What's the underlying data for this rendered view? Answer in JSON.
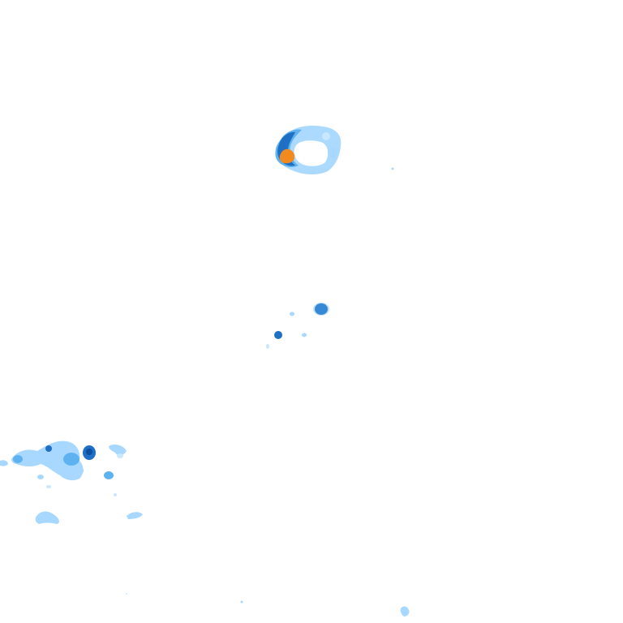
{
  "colors": {
    "background": "#ffffff",
    "light_rain": "#a8d8ff",
    "light_rain_edge": "#c9e7ff",
    "moderate_rain": "#5fb2f0",
    "heavy_rain": "#1f6fc4",
    "very_heavy_rain": "#0b4f9e",
    "intense_core": "#f28a1f"
  },
  "cells": [
    {
      "id": "north-storm-ring"
    },
    {
      "id": "central-showers"
    },
    {
      "id": "southwest-cluster"
    },
    {
      "id": "south-specks"
    }
  ]
}
